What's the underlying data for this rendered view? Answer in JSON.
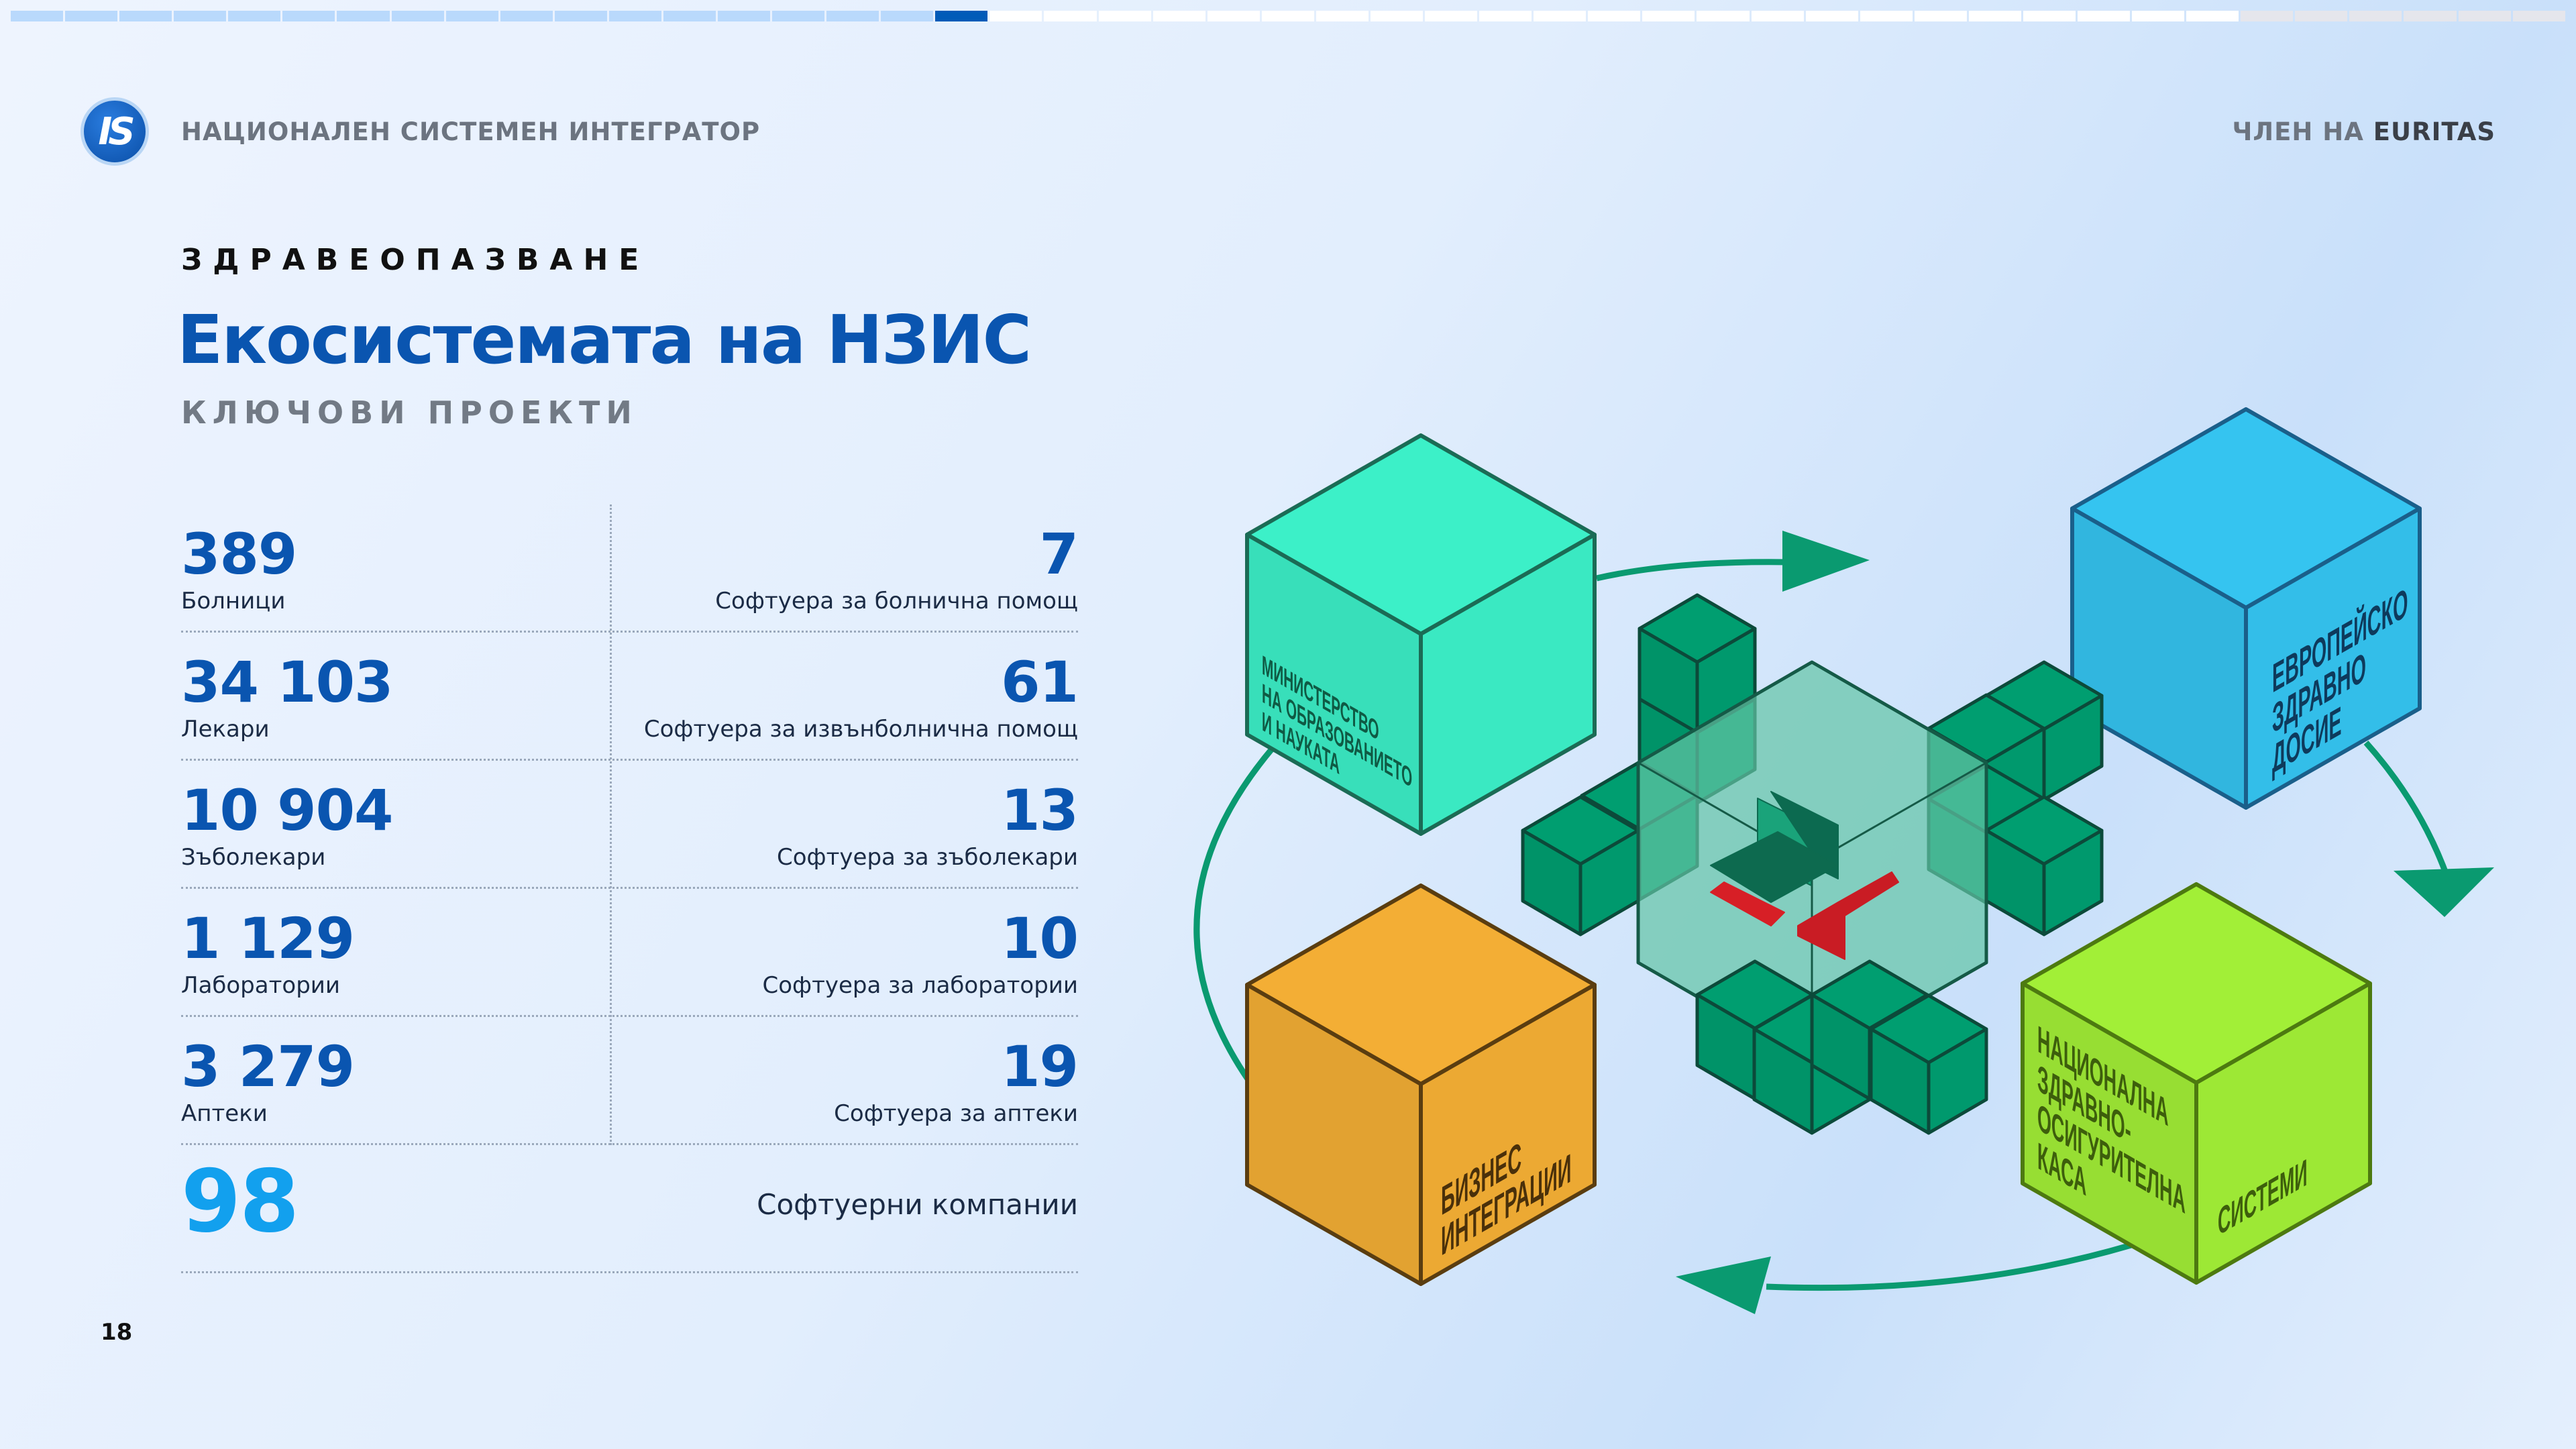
{
  "progress": {
    "total_slides": 47,
    "completed": 17,
    "current": 18,
    "available_until": 41,
    "colors": {
      "done": "#b9d9fc",
      "current": "#005bb8",
      "pending": "#ffffff",
      "disabled": "#e5e6ec"
    }
  },
  "header": {
    "logo_text": "IS",
    "org_name": "НАЦИОНАЛЕН СИСТЕМЕН ИНТЕГРАТОР",
    "member_prefix": "ЧЛЕН НА",
    "member_org": "EURITAS"
  },
  "section": "ЗДРАВЕОПАЗВАНЕ",
  "title": "Екосистемата на НЗИС",
  "subtitle": "КЛЮЧОВИ ПРОЕКТИ",
  "stats": [
    {
      "left_value": "389",
      "left_label": "Болници",
      "right_value": "7",
      "right_label": "Софтуера за болнична помощ"
    },
    {
      "left_value": "34 103",
      "left_label": "Лекари",
      "right_value": "61",
      "right_label": "Софтуера за извънболнична помощ"
    },
    {
      "left_value": "10 904",
      "left_label": "Зъболекари",
      "right_value": "13",
      "right_label": "Софтуера за зъболекари"
    },
    {
      "left_value": "1 129",
      "left_label": "Лаборатории",
      "right_value": "10",
      "right_label": "Софтуера за лаборатории"
    },
    {
      "left_value": "3 279",
      "left_label": "Аптеки",
      "right_value": "19",
      "right_label": "Софтуера за аптеки"
    }
  ],
  "total": {
    "value": "98",
    "label": "Софтуерни компании"
  },
  "page_number": "18",
  "cubes": {
    "ministry": {
      "lines": [
        "МИНИСТЕРСТВО",
        "НА ОБРАЗОВАНИЕТО",
        "И НАУКАТА"
      ],
      "color": "#3cf0c8"
    },
    "ehr": {
      "lines": [
        "ЕВРОПЕЙСКО",
        "ЗДРАВНО",
        "ДОСИЕ"
      ],
      "color": "#35c4f0"
    },
    "business": {
      "lines": [
        "БИЗНЕС",
        "ИНТЕГРАЦИИ"
      ],
      "color": "#f3ae35"
    },
    "nhif": {
      "lines": [
        "НАЦИОНАЛНА",
        "ЗДРАВНО-",
        "ОСИГУРИТЕЛНА",
        "КАСА"
      ],
      "side": "СИСТЕМИ",
      "color": "#a2ef37"
    }
  },
  "module_icons": [
    "prescription-icon",
    "pharmacy-icon",
    "hospital-icon",
    "clipboard-icon",
    "xray-icon",
    "tooth-icon",
    "pills-icon",
    "referral-icon",
    "medkit-icon",
    "blood-icon",
    "people-icon"
  ]
}
